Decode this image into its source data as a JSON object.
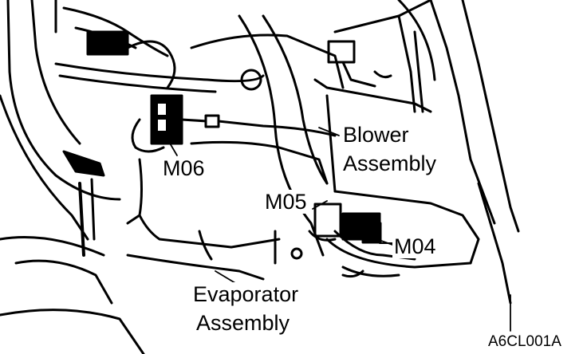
{
  "labels": {
    "m06": "M06",
    "m05": "M05",
    "m04": "M04",
    "blower_line1": "Blower",
    "blower_line2": "Assembly",
    "evap_line1": "Evaporator",
    "evap_line2": "Assembly",
    "figure_ref": "A6CL001A"
  },
  "colors": {
    "ink": "#000000",
    "paper": "#ffffff"
  }
}
